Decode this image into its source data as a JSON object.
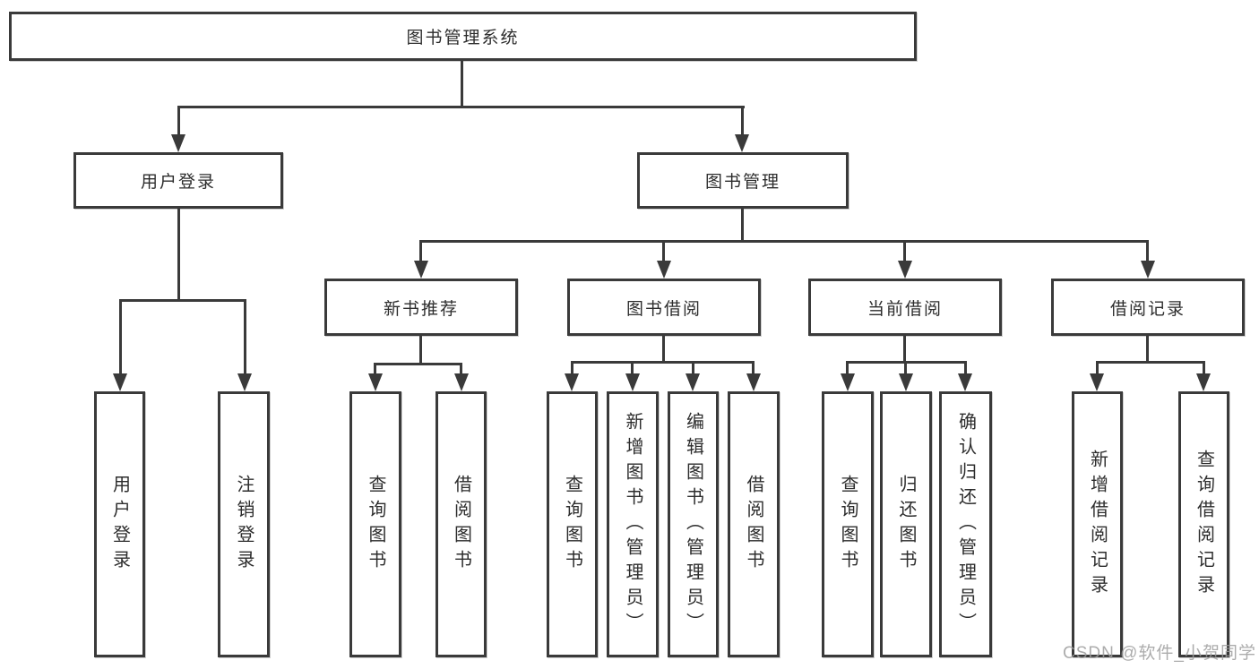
{
  "tree": {
    "root": "图书管理系统",
    "level2": [
      "用户登录",
      "图书管理"
    ],
    "level3": [
      "新书推荐",
      "图书借阅",
      "当前借阅",
      "借阅记录"
    ],
    "leaves_user_login": [
      "用户登录",
      "注销登录"
    ],
    "leaves_new_book": [
      "查询图书",
      "借阅图书"
    ],
    "leaves_book_borrow": [
      "查询图书",
      "新增图书（管理员）",
      "编辑图书（管理员）",
      "借阅图书"
    ],
    "leaves_current_borrow": [
      "查询图书",
      "归还图书",
      "确认归还（管理员）"
    ],
    "leaves_borrow_records": [
      "新增借阅记录",
      "查询借阅记录"
    ]
  },
  "watermark": "CSDN @软件_小贺同学",
  "colors": {
    "line": "#3a3a3a",
    "text": "#2d2d2d",
    "watermark": "#9e9e9e",
    "background": "#ffffff"
  }
}
